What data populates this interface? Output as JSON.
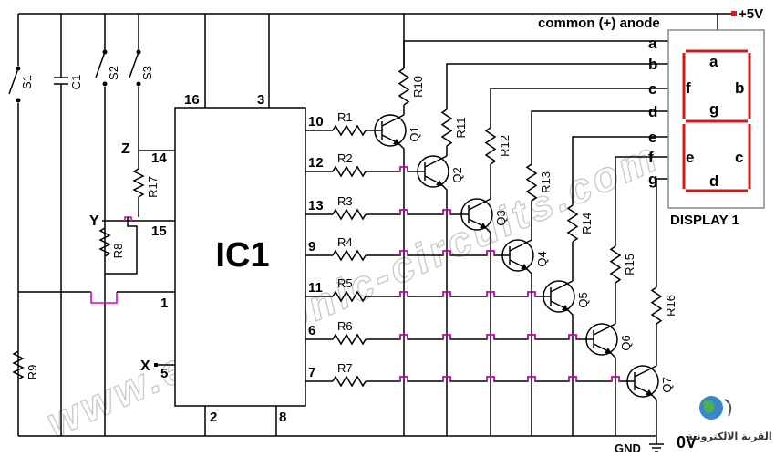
{
  "ic": {
    "name": "IC1",
    "pins_top": [
      "16",
      "3"
    ],
    "pins_bottom": [
      "2",
      "8"
    ],
    "pins_left": [
      "14",
      "15",
      "1",
      "5"
    ],
    "pins_right": [
      "10",
      "12",
      "13",
      "9",
      "11",
      "6",
      "7"
    ]
  },
  "nodes": {
    "z": "Z",
    "y": "Y",
    "x": "X"
  },
  "switches": [
    "S1",
    "S2",
    "S3"
  ],
  "capacitor": "C1",
  "resistors_left": [
    "R17",
    "R8",
    "R9"
  ],
  "base_resistors": [
    "R1",
    "R2",
    "R3",
    "R4",
    "R5",
    "R6",
    "R7"
  ],
  "collector_resistors": [
    "R10",
    "R11",
    "R12",
    "R13",
    "R14",
    "R15",
    "R16"
  ],
  "transistors": [
    "Q1",
    "Q2",
    "Q3",
    "Q4",
    "Q5",
    "Q6",
    "Q7"
  ],
  "segment_letters": [
    "a",
    "b",
    "c",
    "d",
    "e",
    "f",
    "g"
  ],
  "display": {
    "name": "DISPLAY 1",
    "anode_label": "common (+) anode",
    "seg_a": "a",
    "seg_b": "b",
    "seg_c": "c",
    "seg_d": "d",
    "seg_e": "e",
    "seg_f": "f",
    "seg_g": "g",
    "segment_color": "#d11a1a"
  },
  "supply": {
    "vplus": "+5V",
    "gnd": "GND",
    "zero": "0V"
  },
  "watermark": "www.electronic-circuits.com",
  "logo": "القرية الالكترونية",
  "colors": {
    "wire": "#000000",
    "crossover": "#e000c8",
    "watermark": "#c8c8c8"
  }
}
